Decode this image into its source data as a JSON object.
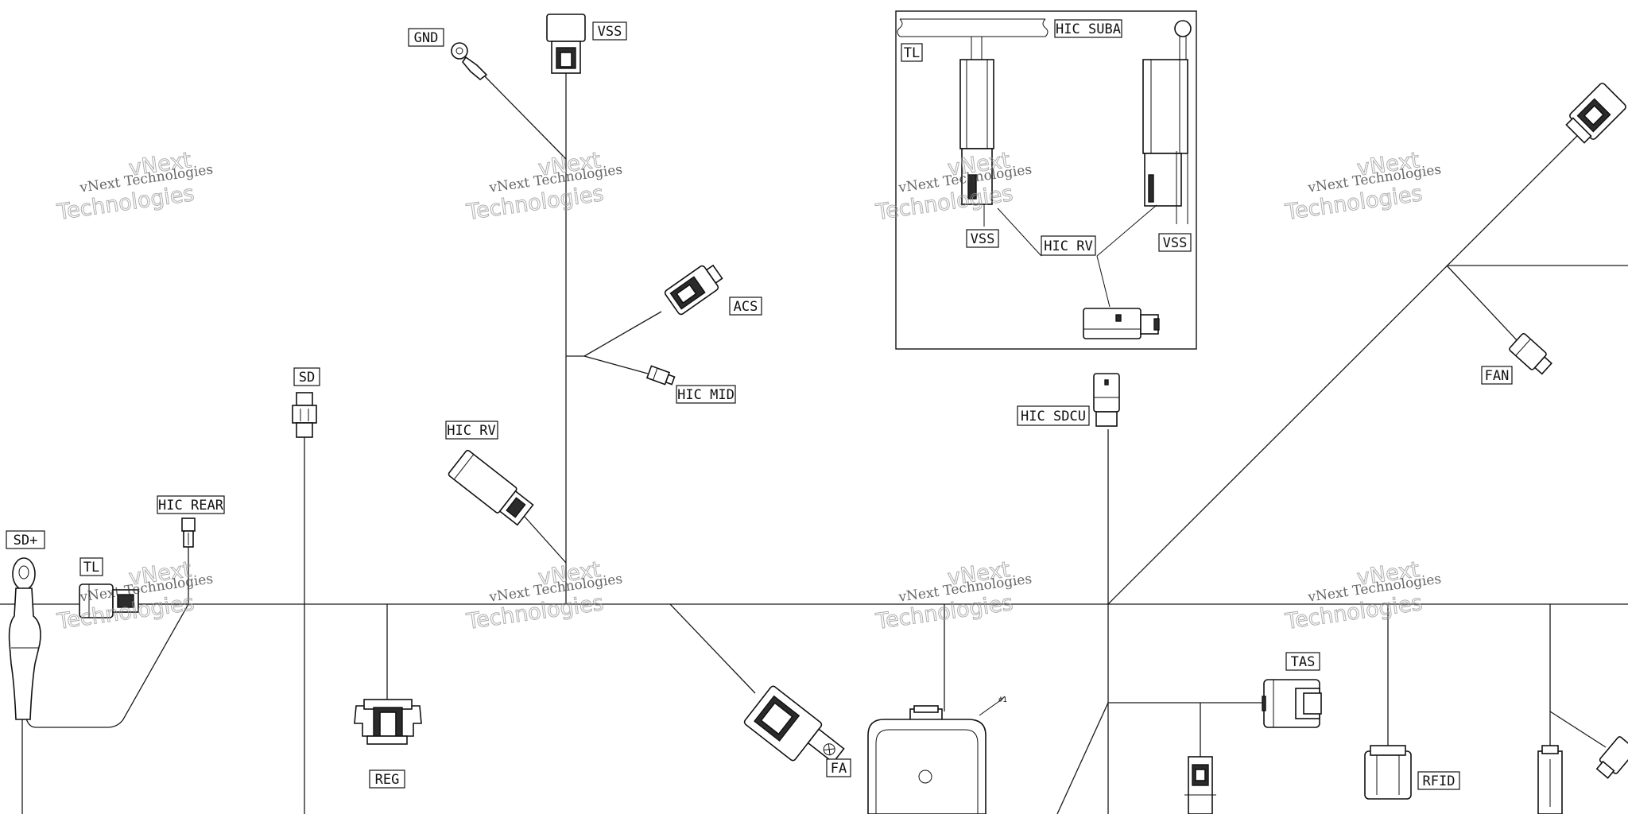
{
  "connectors": {
    "gnd": "GND",
    "vss_top": "VSS",
    "acs": "ACS",
    "hic_mid": "HIC MID",
    "sd": "SD",
    "hic_rv_main": "HIC RV",
    "hic_rear": "HIC REAR",
    "sd_plus": "SD+",
    "tl_main": "TL",
    "reg": "REG",
    "fa": "FA",
    "hic_sdcu": "HIC SDCU",
    "tas": "TAS",
    "rfid": "RFID",
    "fan": "FAN",
    "pin_mark": "#1"
  },
  "inset": {
    "hic_suba": "HIC SUBA",
    "tl": "TL",
    "vss_left": "VSS",
    "hic_rv": "HIC RV",
    "vss_right": "VSS"
  },
  "watermark": {
    "line1": "vNext Technologies",
    "line2": "Technologies",
    "line3": "vNext"
  }
}
